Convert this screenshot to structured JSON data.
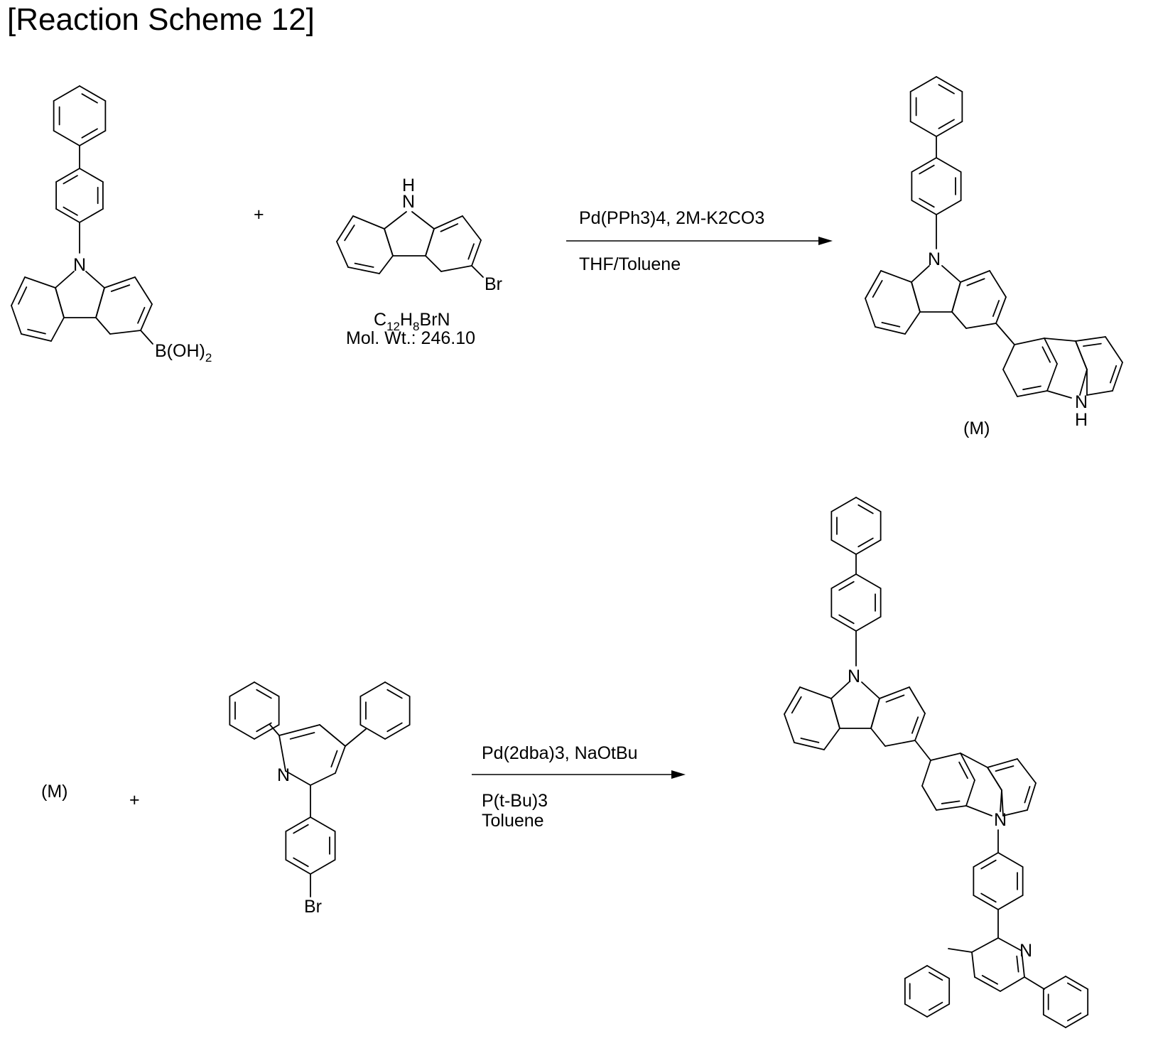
{
  "title": "[Reaction Scheme 12]",
  "reaction1": {
    "plus": "+",
    "reactant_a_label": "B(OH)",
    "reactant_a_label_sub": "2",
    "reactant_a_n": "N",
    "reactant_b_nh": "NH",
    "reactant_b_h": "H",
    "reactant_b_n": "N",
    "reactant_b_br": "Br",
    "formula_c": "C",
    "formula_c_sub": "12",
    "formula_h": "H",
    "formula_h_sub": "8",
    "formula_rest": "BrN",
    "mol_wt": "Mol. Wt.: 246.10",
    "condition_top": "Pd(PPh3)4, 2M-K2CO3",
    "condition_bottom": "THF/Toluene",
    "product_n_top": "N",
    "product_n_bottom": "N",
    "product_h": "H",
    "product_label": "(M)"
  },
  "reaction2": {
    "reactant_a_label": "(M)",
    "plus": "+",
    "reactant_b_n": "N",
    "reactant_b_br": "Br",
    "condition_top": "Pd(2dba)3, NaOtBu",
    "condition_bottom_1": "P(t-Bu)3",
    "condition_bottom_2": "Toluene",
    "product_n_top": "N",
    "product_n_mid": "N",
    "product_n_pyr": "N"
  }
}
